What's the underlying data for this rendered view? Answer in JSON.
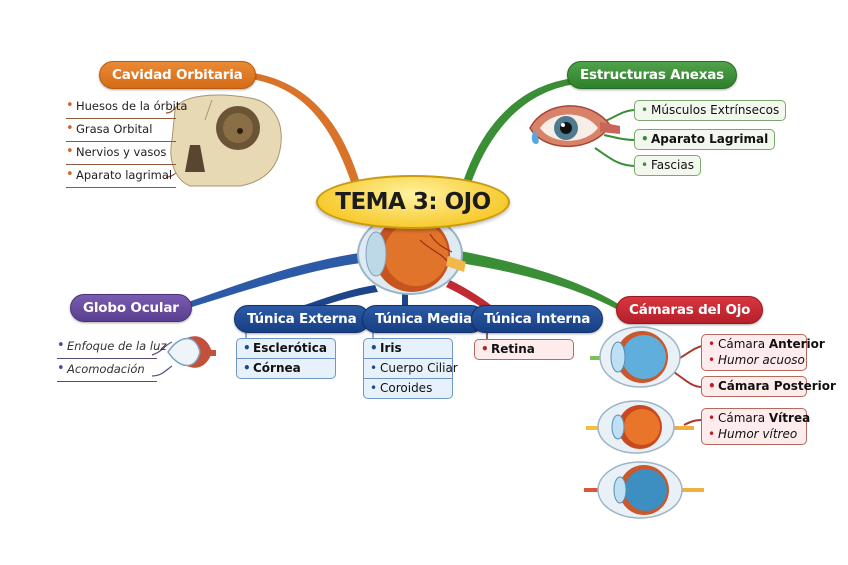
{
  "title": "TEMA 3: OJO",
  "colors": {
    "orange": "#d9732a",
    "green": "#3a8f36",
    "purple": "#5f4296",
    "blue": "#1d4589",
    "red": "#c02a33",
    "title_fill": "#f7c92a"
  },
  "branches": {
    "cavidad_orbitaria": {
      "label": "Cavidad Orbitaria",
      "image": "skull-illustration",
      "items": [
        "Huesos de la órbita",
        "Grasa Orbital",
        "Nervios y vasos",
        "Aparato lagrimal"
      ]
    },
    "estructuras_anexas": {
      "label": "Estructuras Anexas",
      "image": "eye-muscles-illustration",
      "items": [
        "Músculos Extrínsecos",
        "Aparato Lagrimal",
        "Fascias"
      ]
    },
    "globo_ocular": {
      "label": "Globo Ocular",
      "image": "lens-illustration",
      "items": [
        "Enfoque de la luz",
        "Acomodación"
      ]
    },
    "tunica_externa": {
      "label": "Túnica Externa",
      "items": [
        "Esclerótica",
        "Córnea"
      ]
    },
    "tunica_media": {
      "label": "Túnica Media",
      "items": [
        "Iris",
        "Cuerpo Ciliar",
        "Coroides"
      ]
    },
    "tunica_interna": {
      "label": "Túnica Interna",
      "items": [
        "Retina"
      ]
    },
    "camaras": {
      "label": "Cámaras del Ojo",
      "groups": [
        {
          "prefix": "Cámara ",
          "strong": "Anterior",
          "sub": "Humor acuoso"
        },
        {
          "prefix": "Cámara ",
          "strong": "Posterior",
          "sub": ""
        },
        {
          "prefix": "Cámara ",
          "strong": "Vítrea",
          "sub": "Humor vítreo"
        }
      ]
    }
  },
  "center_image": "eye-cross-section-illustration"
}
